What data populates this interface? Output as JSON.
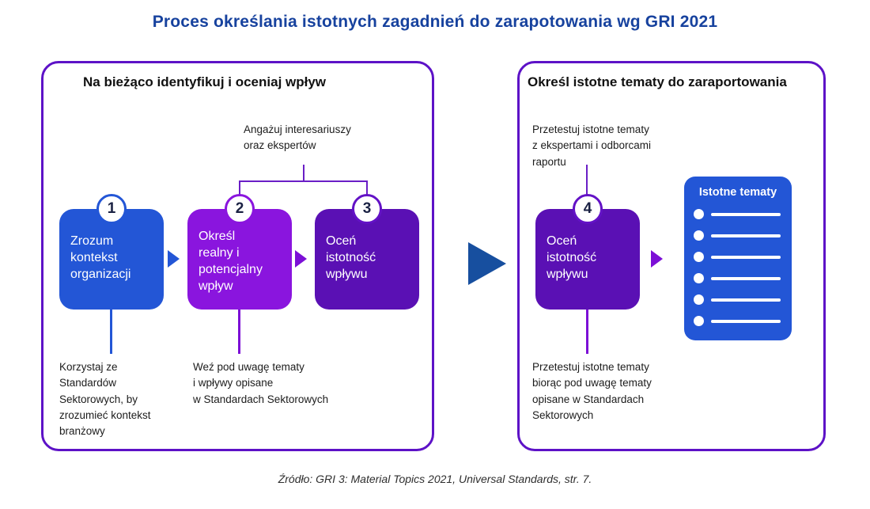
{
  "title": "Proces określania istotnych zagadnień do zarapotowania wg GRI 2021",
  "source": "Źródło: GRI 3: Material Topics 2021, Universal Standards, str. 7.",
  "colors": {
    "title_blue": "#17429e",
    "panel_border_purple": "#5d12c7",
    "step1_blue": "#2356d6",
    "step2_violet": "#8a15de",
    "step3_step4_purple": "#5a10b4",
    "big_arrow_blue": "#174f9f",
    "small_arrow_violet": "#7c0fd6",
    "connector_purple": "#6a1ec6",
    "number_navy": "#1b2244",
    "topics_box_blue": "#2356d6"
  },
  "left_panel": {
    "header": "Na bieżąco identyfikuj i oceniaj wpływ",
    "stakeholder_note": "Angażuj interesariuszy\noraz ekspertów",
    "steps": [
      {
        "number": "1",
        "label": "Zrozum\nkontekst\norganizacji"
      },
      {
        "number": "2",
        "label": "Określ\nrealny i\npotencjalny\nwpływ"
      },
      {
        "number": "3",
        "label": "Oceń\nistotność\nwpływu"
      }
    ],
    "step1_note": "Korzystaj ze\nStandardów\nSektorowych, by\nzrozumieć kontekst\nbranżowy",
    "step2_note": "Weź pod uwagę tematy\ni wpływy opisane\nw Standardach Sektorowych"
  },
  "right_panel": {
    "header": "Określ istotne tematy do zaraportowania",
    "top_note": "Przetestuj istotne tematy\nz ekspertami i odborcami\nraportu",
    "step": {
      "number": "4",
      "label": "Oceń\nistotność\nwpływu"
    },
    "bottom_note": "Przetestuj istotne tematy\nbiorąc pod uwagę tematy\nopisane w Standardach\nSektorowych",
    "topics_list": {
      "header": "Istotne tematy",
      "item_count": 6
    }
  }
}
